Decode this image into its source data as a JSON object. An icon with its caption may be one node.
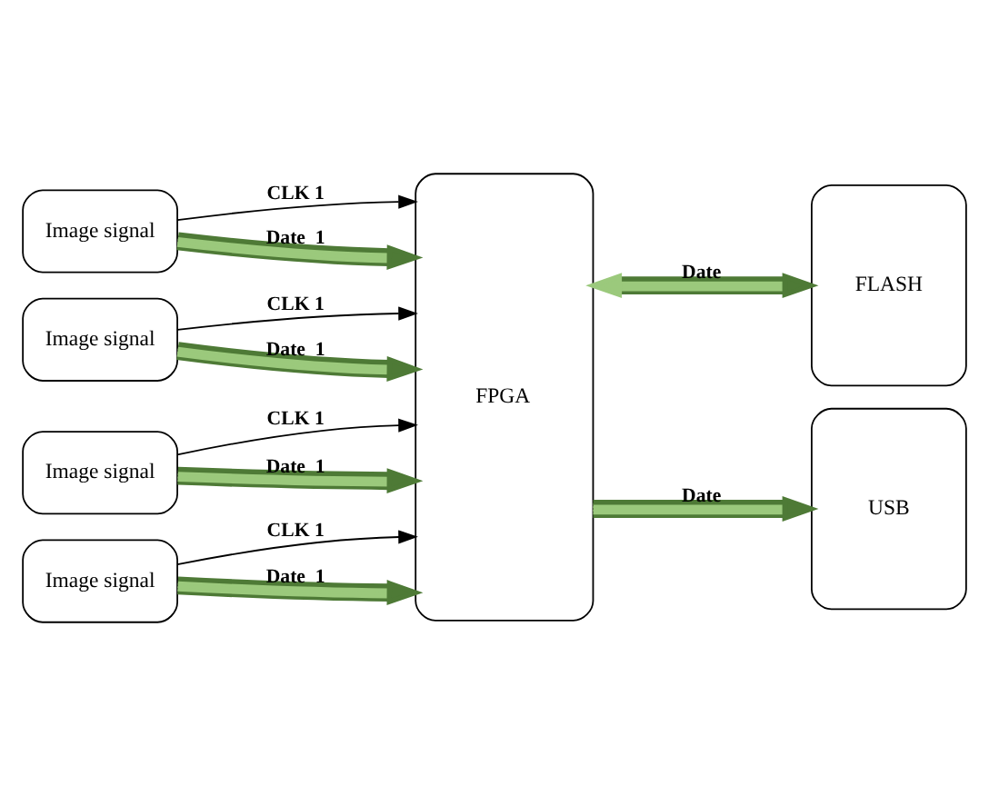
{
  "diagram": {
    "nodes": [
      {
        "text": [
          "Image signal"
        ]
      },
      {
        "text": [
          "Image signal"
        ]
      },
      {
        "text": [
          "Image signal"
        ]
      },
      {
        "text": [
          "Image signal"
        ]
      },
      {
        "text": [
          "FPGA"
        ]
      },
      {
        "text": [
          "FLASH"
        ]
      },
      {
        "text": [
          "USB"
        ]
      }
    ],
    "edges": [
      {
        "from": 0,
        "to": 4,
        "arrow": "to",
        "label": "CLK 1",
        "color": "#000000"
      },
      {
        "from": 0,
        "to": 4,
        "arrow": "to",
        "label": "Date  1"
      },
      {
        "from": 1,
        "to": 4,
        "arrow": "to",
        "label": "CLK 1",
        "color": "#000000"
      },
      {
        "from": 1,
        "to": 4,
        "arrow": "to",
        "label": "Date  1"
      },
      {
        "from": 2,
        "to": 4,
        "arrow": "to",
        "label": "CLK 1",
        "color": "#000000"
      },
      {
        "from": 2,
        "to": 4,
        "arrow": "to",
        "label": "Date  1"
      },
      {
        "from": 3,
        "to": 4,
        "arrow": "to",
        "label": "CLK 1",
        "color": "#000000"
      },
      {
        "from": 3,
        "to": 4,
        "arrow": "to",
        "label": "Date  1"
      },
      {
        "from": 4,
        "to": 5,
        "arrow": "both",
        "label": "Date"
      },
      {
        "from": 4,
        "to": 6,
        "arrow": "to",
        "label": "Date"
      }
    ]
  }
}
